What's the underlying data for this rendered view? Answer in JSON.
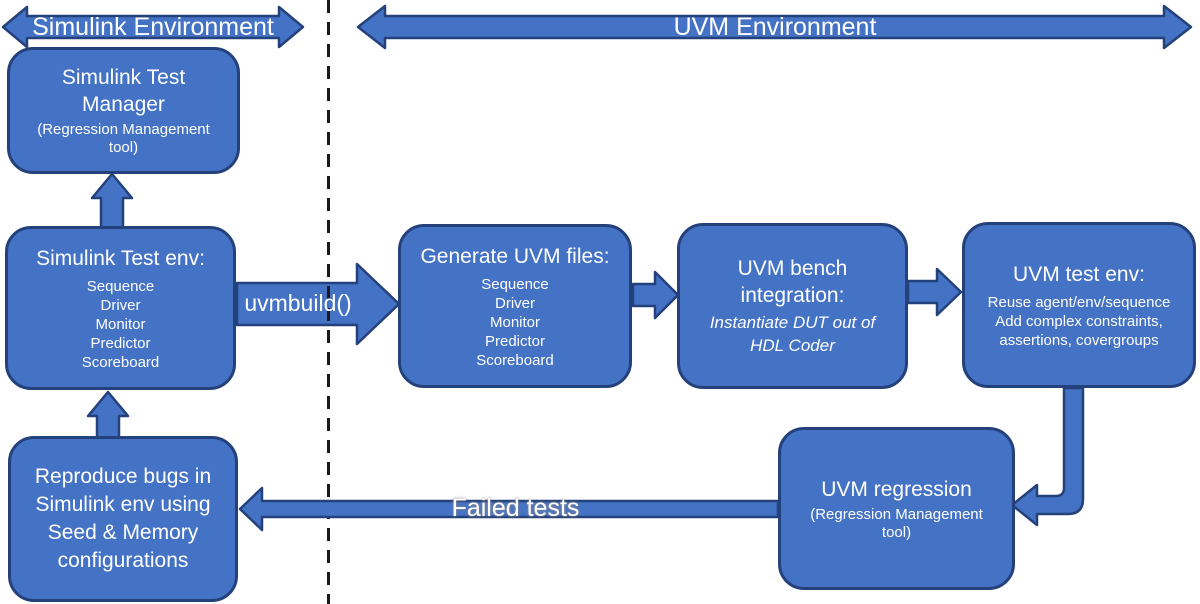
{
  "colors": {
    "shape_fill": "#4472C4",
    "shape_border": "#24417B",
    "text_on_shape": "#FFFFFF",
    "divider": "#1A1A1A",
    "background": "#FFFFFF"
  },
  "banners": {
    "simulink": {
      "label": "Simulink Environment"
    },
    "uvm": {
      "label": "UVM Environment"
    }
  },
  "boxes": {
    "simulink_test_manager": {
      "title": "Simulink Test Manager",
      "subtitle": "(Regression Management tool)"
    },
    "simulink_test_env": {
      "title": "Simulink Test env:",
      "items": [
        "Sequence",
        "Driver",
        "Monitor",
        "Predictor",
        "Scoreboard"
      ]
    },
    "generate_uvm_files": {
      "title": "Generate UVM files:",
      "items": [
        "Sequence",
        "Driver",
        "Monitor",
        "Predictor",
        "Scoreboard"
      ]
    },
    "uvm_bench_integration": {
      "title": "UVM bench integration:",
      "note": "Instantiate DUT out of HDL Coder"
    },
    "uvm_test_env": {
      "title": "UVM test env:",
      "items": [
        "Reuse agent/env/sequence",
        "Add complex constraints,",
        "assertions, covergroups"
      ]
    },
    "uvm_regression": {
      "title": "UVM regression",
      "subtitle": "(Regression Management tool)"
    },
    "reproduce_bugs": {
      "title": "Reproduce bugs in Simulink env using Seed & Memory configurations"
    }
  },
  "connector_labels": {
    "uvmbuild": "uvmbuild()",
    "failed_tests": "Failed tests"
  }
}
